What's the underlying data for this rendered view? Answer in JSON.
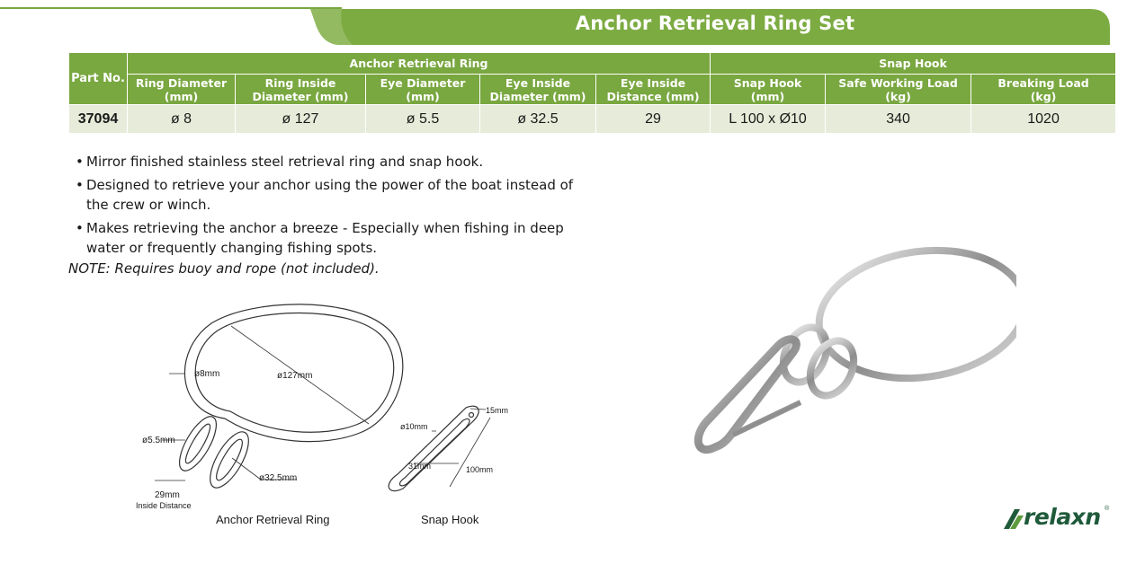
{
  "header": {
    "title": "Anchor Retrieval Ring Set"
  },
  "colors": {
    "brand_green": "#79a740",
    "row_fill": "#e6ecd9",
    "logo_green": "#1f5a3b"
  },
  "table": {
    "part_no_label": "Part No.",
    "groups": [
      "Anchor Retrieval Ring",
      "Snap Hook"
    ],
    "columns": [
      {
        "line1": "Ring Diameter",
        "line2": "(mm)"
      },
      {
        "line1": "Ring Inside",
        "line2": "Diameter (mm)"
      },
      {
        "line1": "Eye Diameter",
        "line2": "(mm)"
      },
      {
        "line1": "Eye Inside",
        "line2": "Diameter (mm)"
      },
      {
        "line1": "Eye Inside",
        "line2": "Distance (mm)"
      },
      {
        "line1": "Snap Hook",
        "line2": "(mm)"
      },
      {
        "line1": "Safe Working Load",
        "line2": "(kg)"
      },
      {
        "line1": "Breaking Load",
        "line2": "(kg)"
      }
    ],
    "row": [
      "37094",
      "ø 8",
      "ø 127",
      "ø 5.5",
      "ø 32.5",
      "29",
      "L 100 x Ø10",
      "340",
      "1020"
    ]
  },
  "features": [
    "Mirror finished stainless steel retrieval ring and snap hook.",
    "Designed to retrieve your anchor using the power of the boat instead of the crew or winch.",
    "Makes retrieving the anchor a breeze - Especially when fishing in deep water or frequently changing fishing spots."
  ],
  "note": "NOTE: Requires buoy and rope (not included).",
  "diagram": {
    "ring_labels": {
      "ring_dia": "ø8mm",
      "inside_dia": "ø127mm",
      "eye_dia": "ø5.5mm",
      "eye_inside": "ø32.5mm",
      "distance": "29mm",
      "distance_caption": "Inside Distance"
    },
    "hook_labels": {
      "dia": "ø10mm",
      "width": "15mm",
      "inner": "31mm",
      "length": "100mm"
    },
    "captions": {
      "ring": "Anchor Retrieval Ring",
      "hook": "Snap Hook"
    }
  },
  "logo": {
    "text": "relaxn",
    "reg": "®",
    "icon": "relaxn-sail-icon"
  }
}
